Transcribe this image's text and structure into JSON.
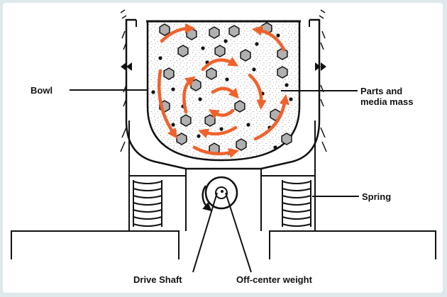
{
  "labels": {
    "bowl": "Bowl",
    "parts_line1": "Parts and",
    "parts_line2": "media mass",
    "spring": "Spring",
    "drive_shaft": "Drive Shaft",
    "offcenter_weight": "Off-center weight"
  },
  "colors": {
    "outline": "#111111",
    "arrow": "#f0622c",
    "hex_fill": "#b0b0b0",
    "speckle": "#d9d9d9",
    "frame_border": "#dfe9ec"
  }
}
